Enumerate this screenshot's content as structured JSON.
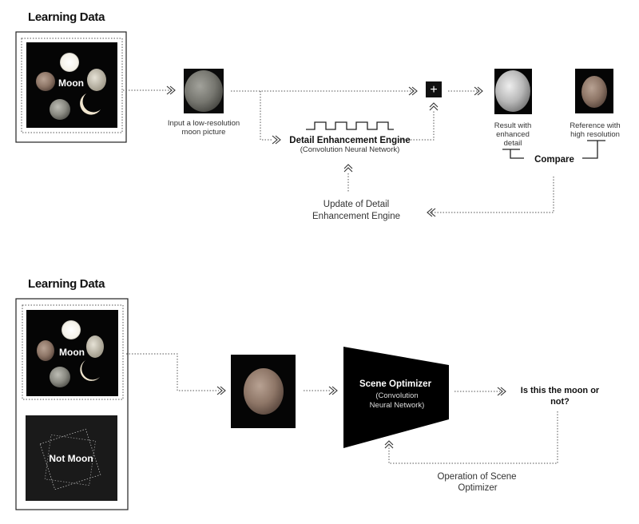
{
  "top": {
    "title": "Learning Data",
    "learning_label": "Moon",
    "input_caption": [
      "Input a low-resolution",
      "moon picture"
    ],
    "engine_title": "Detail Enhancement Engine",
    "engine_subtitle": "(Convolution Neural Network)",
    "plus_symbol": "+",
    "result_caption": [
      "Result with",
      "enhanced",
      "detail"
    ],
    "reference_caption": [
      "Reference with",
      "high resolution"
    ],
    "compare_label": "Compare",
    "update_caption": [
      "Update of Detail",
      "Enhancement Engine"
    ]
  },
  "bottom": {
    "title": "Learning Data",
    "moon_label": "Moon",
    "not_moon_label": "Not Moon",
    "optimizer_title": "Scene Optimizer",
    "optimizer_subtitle": [
      "(Convolution",
      "Neural Network)"
    ],
    "question": [
      "Is this the moon or",
      "not?"
    ],
    "operation_caption": [
      "Operation of Scene",
      "Optimizer"
    ]
  }
}
